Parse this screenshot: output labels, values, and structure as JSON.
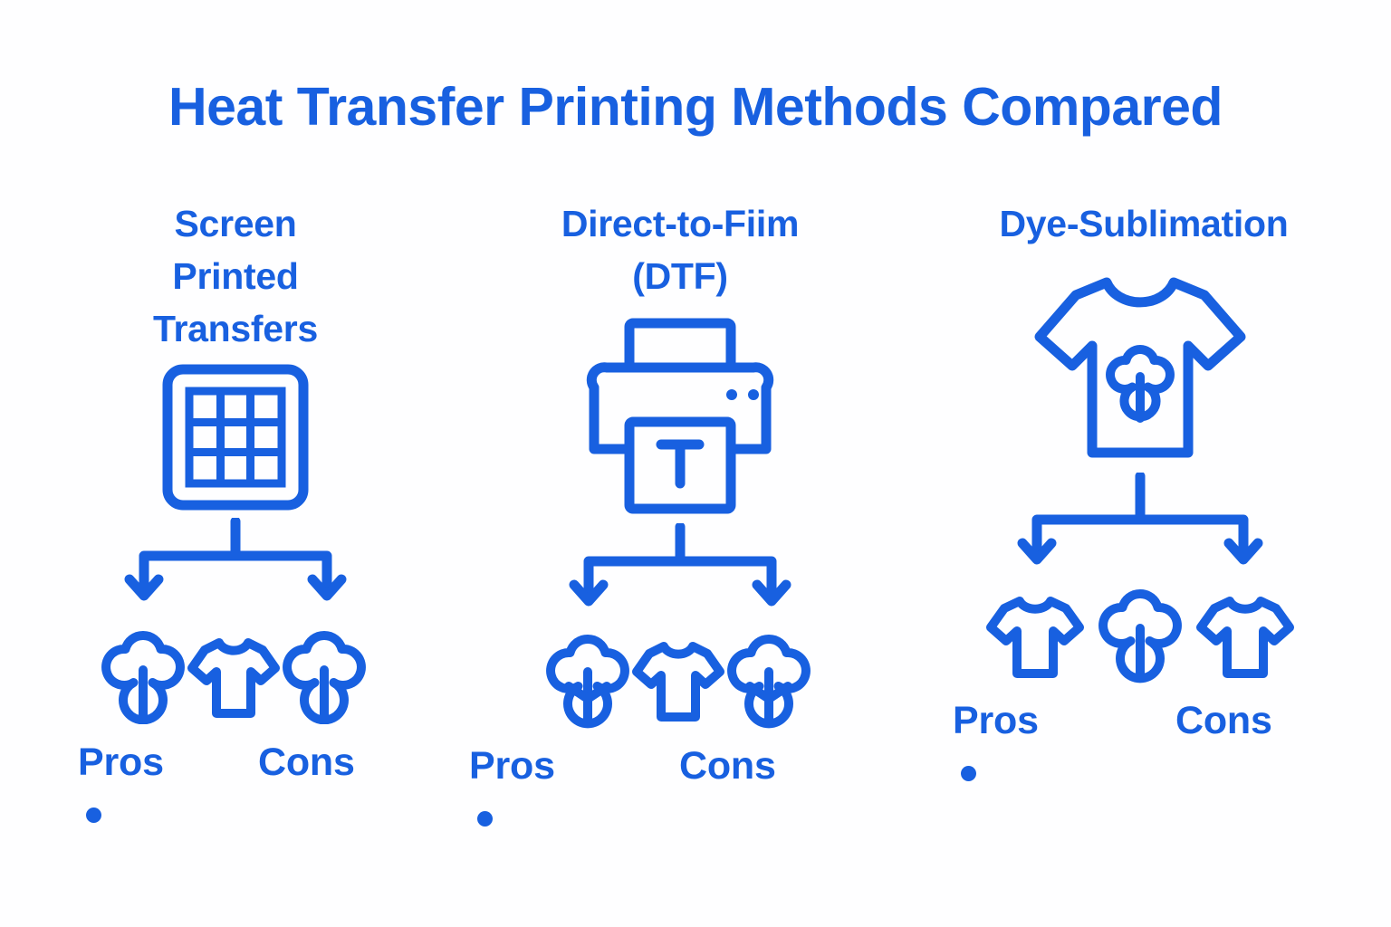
{
  "theme": {
    "accent": "#1860e0",
    "background": "#fefeff"
  },
  "header": {
    "title": "Heat Transfer Printing Methods Compared"
  },
  "columns": [
    {
      "id": "screen-printed-transfers",
      "heading": "Screen\nPrinted\nTransfers",
      "heading_lines": [
        "Screen",
        "Printed",
        "Transfers"
      ],
      "main_icon": "screen-grid-icon",
      "connector": "fork-down-two-arrows",
      "small_icons": [
        "cotton-boll-icon",
        "t-shirt-icon",
        "cotton-boll-icon"
      ],
      "pros_label": "Pros",
      "cons_label": "Cons",
      "pros_bullets": [
        ""
      ],
      "cons_bullets": []
    },
    {
      "id": "direct-to-film",
      "heading": "Direct-to-Fiim\n(DTF)",
      "heading_lines": [
        "Direct-to-Fiim",
        "(DTF)"
      ],
      "main_icon": "printer-icon",
      "connector": "fork-down-two-arrows",
      "small_icons": [
        "cotton-boll-branch-icon",
        "t-shirt-icon",
        "cotton-boll-branch-icon"
      ],
      "pros_label": "Pros",
      "cons_label": "Cons",
      "pros_bullets": [
        ""
      ],
      "cons_bullets": []
    },
    {
      "id": "dye-sublimation",
      "heading": "Dye-Sublimation",
      "heading_lines": [
        "Dye-Sublimation"
      ],
      "main_icon": "t-shirt-cotton-print-icon",
      "connector": "fork-down-two-arrows",
      "small_icons": [
        "t-shirt-icon",
        "cotton-boll-icon",
        "t-shirt-icon"
      ],
      "pros_label": "Pros",
      "cons_label": "Cons",
      "pros_bullets": [
        ""
      ],
      "cons_bullets": []
    }
  ]
}
